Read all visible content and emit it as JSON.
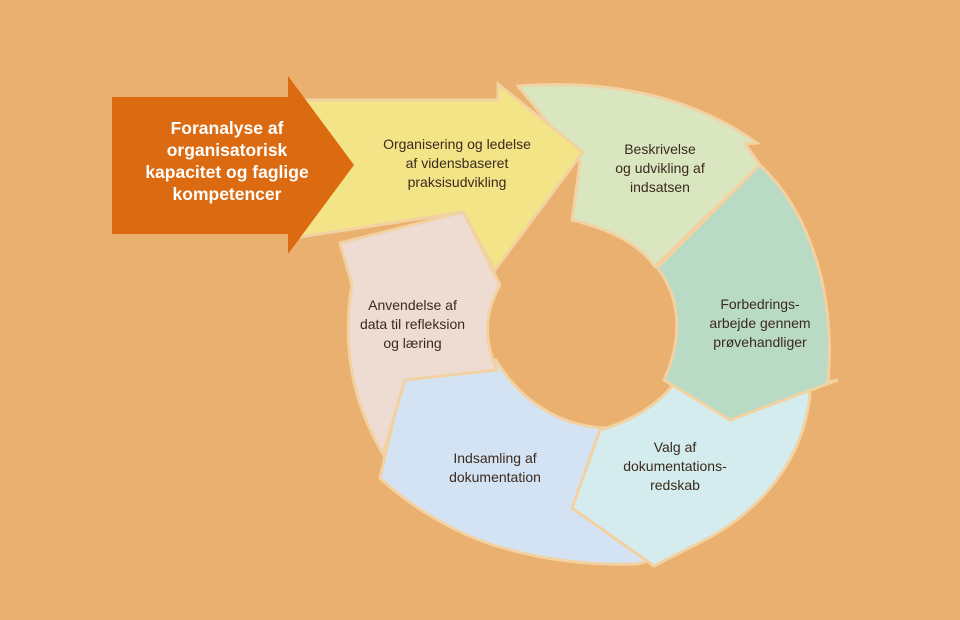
{
  "colors": {
    "background": "#e9b06f",
    "intro_arrow": "#dc6a10",
    "seg_organisering": "#f3e487",
    "seg_beskrivelse": "#d9e6c0",
    "seg_forbedring": "#b9dbc5",
    "seg_valg": "#d4eced",
    "seg_indsamling": "#d4e3f3",
    "seg_anvendelse": "#eedcd3",
    "seg_outline": "#f2d2a2"
  },
  "intro": {
    "lines": [
      "Foranalyse af",
      "organisatorisk",
      "kapacitet og faglige",
      "kompetencer"
    ]
  },
  "cycle": [
    {
      "id": "organisering",
      "lines": [
        "Organisering og ledelse",
        "af vidensbaseret",
        "praksisudvikling"
      ]
    },
    {
      "id": "beskrivelse",
      "lines": [
        "Beskrivelse",
        "og udvikling af",
        "indsatsen"
      ]
    },
    {
      "id": "forbedring",
      "lines": [
        "Forbedrings-",
        "arbejde gennem",
        "prøvehandliger"
      ]
    },
    {
      "id": "valg",
      "lines": [
        "Valg af",
        "dokumentations-",
        "redskab"
      ]
    },
    {
      "id": "indsamling",
      "lines": [
        "Indsamling af",
        "dokumentation"
      ]
    },
    {
      "id": "anvendelse",
      "lines": [
        "Anvendelse af",
        "data til refleksion",
        "og læring"
      ]
    }
  ]
}
